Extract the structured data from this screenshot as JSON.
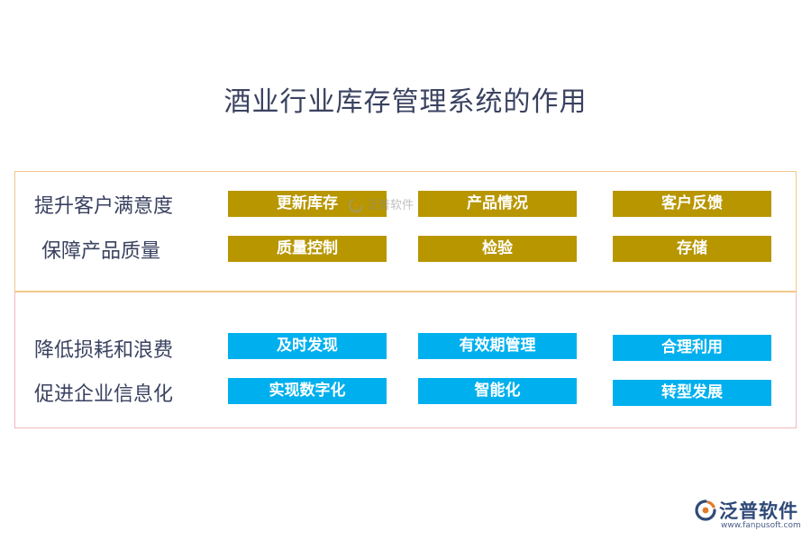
{
  "title": "酒业行业库存管理系统的作用",
  "sections": [
    {
      "rows": [
        {
          "label": "提升客户满意度",
          "items": [
            "更新库存",
            "产品情况",
            "客户反馈"
          ]
        },
        {
          "label": "保障产品质量",
          "items": [
            "质量控制",
            "检验",
            "存储"
          ]
        }
      ]
    },
    {
      "rows": [
        {
          "label": "降低损耗和浪费",
          "items": [
            "及时发现",
            "有效期管理",
            "合理利用"
          ]
        },
        {
          "label": "促进企业信息化",
          "items": [
            "实现数字化",
            "智能化",
            "转型发展"
          ]
        }
      ]
    }
  ],
  "watermark": {
    "text": "泛普软件"
  },
  "brand": {
    "name": "泛普软件",
    "url": "www.fanpusoft.com",
    "icon": "fanpu-logo-icon"
  },
  "colors": {
    "gold_box": "#b89600",
    "blue_box": "#00b0ee",
    "text": "#3a4260",
    "top_border": "#f0c98a",
    "bottom_border": "#f2b8c0"
  }
}
